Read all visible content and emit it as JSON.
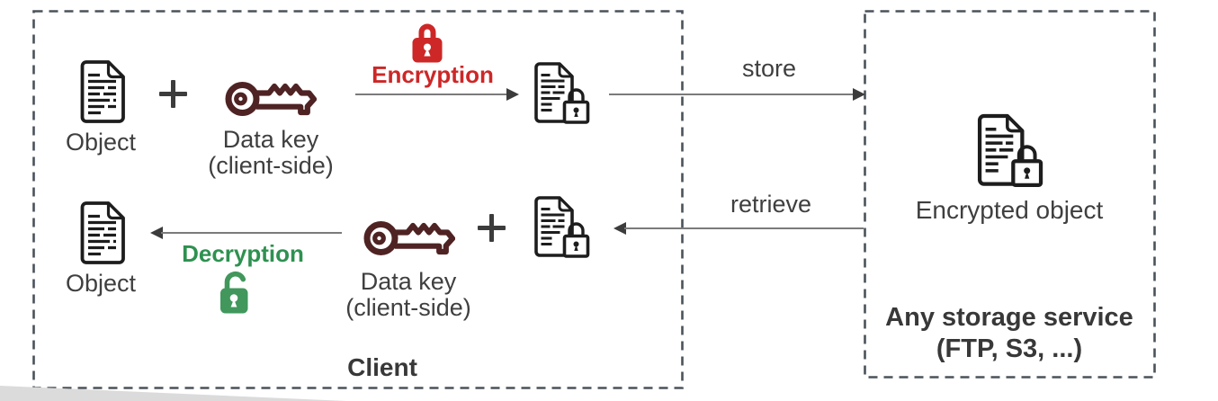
{
  "client": {
    "label": "Client",
    "top": {
      "object": "Object",
      "key_line1": "Data key",
      "key_line2": "(client-side)",
      "encryption": "Encryption"
    },
    "bottom": {
      "object": "Object",
      "decryption": "Decryption",
      "key_line1": "Data key",
      "key_line2": "(client-side)"
    }
  },
  "storage": {
    "encrypted_object": "Encrypted object",
    "title_line1": "Any storage service",
    "title_line2": "(FTP, S3, ...)"
  },
  "flows": {
    "store": "store",
    "retrieve": "retrieve"
  },
  "icons": {
    "plus": "+",
    "document": "document-icon",
    "encrypted_document": "document-with-lock-icon",
    "data_key": "key-icon",
    "encryption_lock": "closed-padlock-icon",
    "decryption_lock": "open-padlock-icon"
  },
  "colors": {
    "encryption_red": "#CD2727",
    "decryption_green": "#2E9150",
    "lock_green": "#41975C",
    "key_maroon": "#4F2323",
    "ink": "#1D1D1D",
    "border_slate": "#4A525A",
    "text_gray": "#3F3F3F",
    "heading_gray": "#383838",
    "arrow_line": "#7B7B7B",
    "arrow_head": "#3C3C3C",
    "wedge_gray": "#DBDBDB"
  }
}
